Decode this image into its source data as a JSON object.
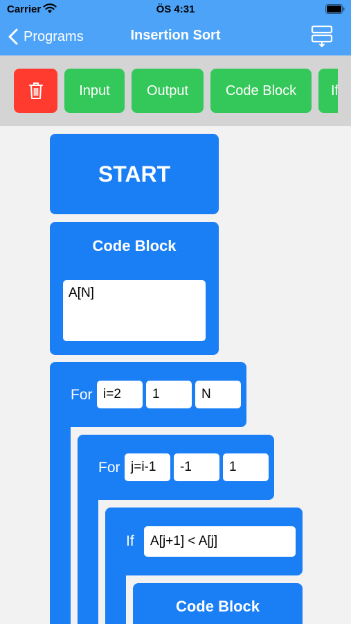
{
  "status": {
    "carrier": "Carrier",
    "time": "ÖS 4:31"
  },
  "nav": {
    "back_label": "Programs",
    "title": "Insertion Sort"
  },
  "toolbar": {
    "buttons": [
      {
        "label": ""
      },
      {
        "label": "Input"
      },
      {
        "label": "Output"
      },
      {
        "label": "Code Block"
      },
      {
        "label": "If"
      }
    ]
  },
  "program": {
    "start_label": "START",
    "code_block_1": {
      "title": "Code Block",
      "code": "A[N]"
    },
    "for_outer": {
      "keyword": "For",
      "init": "i=2",
      "step": "1",
      "end": "N"
    },
    "for_inner": {
      "keyword": "For",
      "init": "j=i-1",
      "step": "-1",
      "end": "1"
    },
    "if_block": {
      "keyword": "If",
      "condition": "A[j+1] < A[j]"
    },
    "code_block_2": {
      "title": "Code Block"
    }
  },
  "colors": {
    "nav": "#4da3f7",
    "block": "#1a7ef5",
    "add_button": "#34c759",
    "delete_button": "#ff3b30"
  }
}
